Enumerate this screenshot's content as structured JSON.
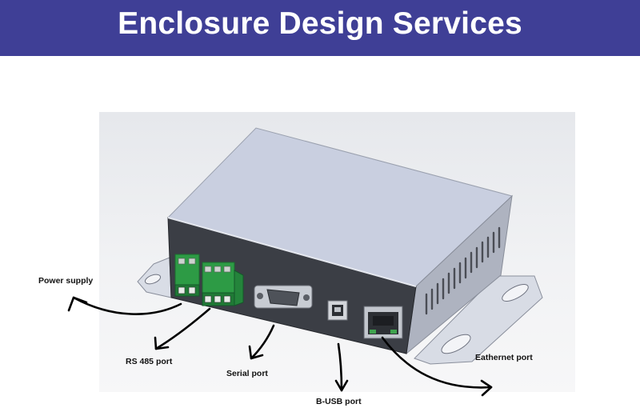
{
  "header": {
    "title": "Enclosure Design Services"
  },
  "labels": {
    "power_supply": "Power supply",
    "rs485": "RS 485 port",
    "serial": "Serial port",
    "busb": "B-USB port",
    "ethernet": "Eathernet port"
  },
  "colors": {
    "header_bg": "#3f3f96",
    "header_text": "#ffffff",
    "enclosure_front": "#3b3e45",
    "enclosure_top": "#c9cfe0",
    "enclosure_side": "#aeb3c0",
    "terminal_green": "#2d9b45"
  }
}
